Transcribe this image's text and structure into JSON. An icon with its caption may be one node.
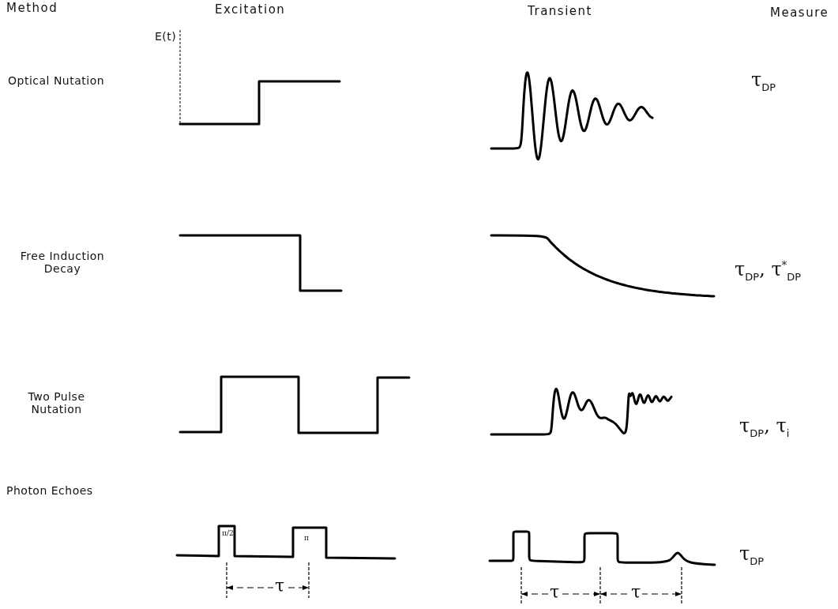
{
  "diagram": {
    "labels": [
      "Method",
      "Excitation",
      "Transient",
      "Measure",
      "E(t)",
      "Optical Nutation",
      "τ$_{DP}$",
      "Free Induction Decay",
      "τ$_{DP}$, τ$^{*}$$_{DP}$",
      "Two Pulse Nutation",
      "τ$_{DP}$, τ$_{i}$",
      "Photon Echoes",
      "π/2",
      "π",
      "τ$_{DP}$",
      "τ",
      "τ",
      "τ"
    ]
  }
}
